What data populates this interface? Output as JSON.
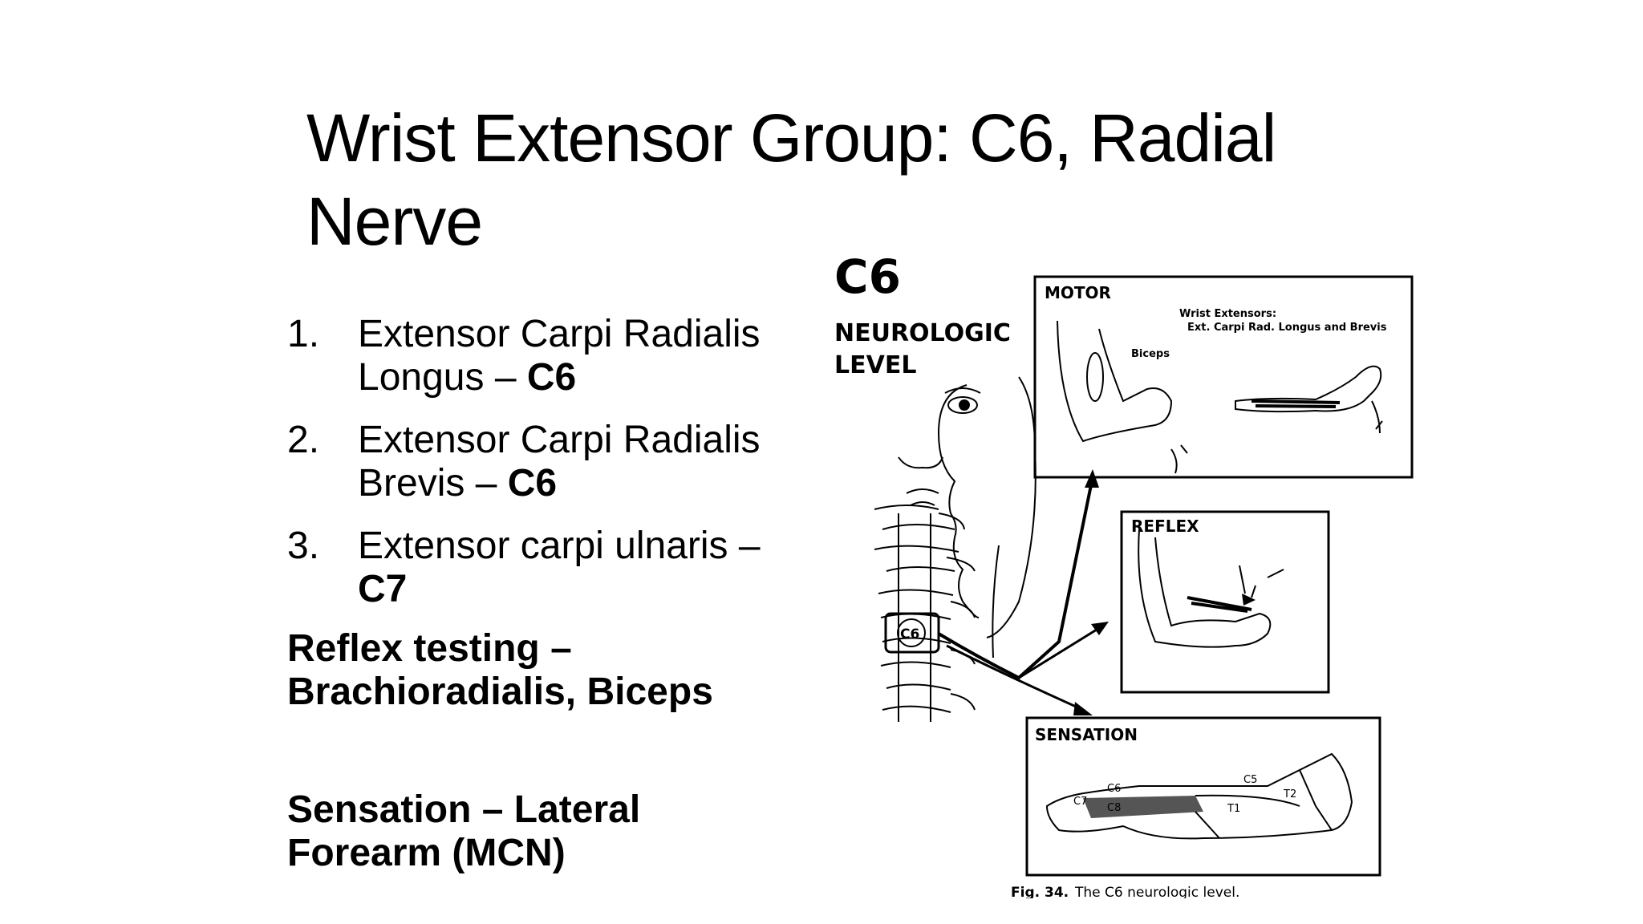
{
  "slide": {
    "title": "Wrist Extensor Group: C6, Radial Nerve",
    "list": [
      {
        "num": "1.",
        "text": "Extensor Carpi Radialis Longus – ",
        "bold": "C6"
      },
      {
        "num": "2.",
        "text": "Extensor Carpi Radialis Brevis – ",
        "bold": "C6"
      },
      {
        "num": "3.",
        "text": "Extensor carpi ulnaris – ",
        "bold": "C7"
      }
    ],
    "reflex": "Reflex testing – Brachioradialis, Biceps",
    "sensation": "Sensation – Lateral Forearm (MCN)"
  },
  "figure": {
    "heading": "C6",
    "subheading_1": "NEUROLOGIC",
    "subheading_2": "LEVEL",
    "vertebra_label": "C6",
    "motor": {
      "title": "MOTOR",
      "note_1": "Wrist Extensors:",
      "note_2": "Ext. Carpi Rad. Longus and Brevis",
      "biceps": "Biceps"
    },
    "reflex_title": "REFLEX",
    "sensation": {
      "title": "SENSATION",
      "dermatomes": [
        "C6",
        "C7",
        "C8",
        "C5",
        "T1",
        "T2"
      ]
    },
    "caption_prefix": "Fig. 34.",
    "caption_text": "The C6 neurologic level."
  }
}
